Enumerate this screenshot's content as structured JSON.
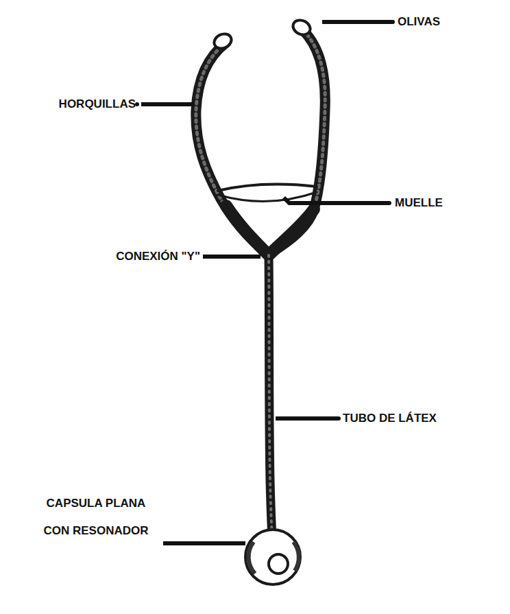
{
  "diagram": {
    "labels": [
      "OLIVAS",
      "HORQUILLAS",
      "MUELLE",
      "CONEXIÓN \"Y\"",
      "TUBO DE LÁTEX",
      "CAPSULA PLANA CON RESONADOR"
    ]
  }
}
